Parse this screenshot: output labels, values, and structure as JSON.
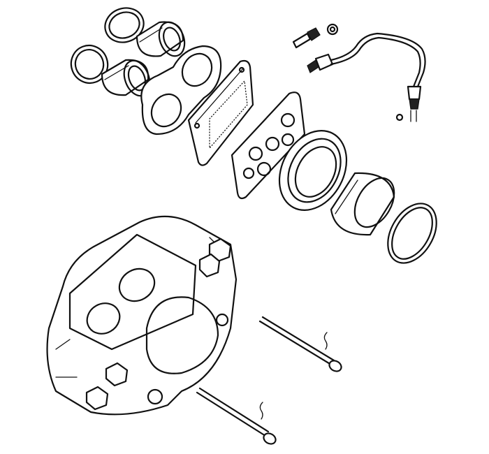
{
  "figure": {
    "kind": "exploded technical line drawing",
    "colors": {
      "ink": "#111111",
      "background": "#ffffff"
    },
    "parts": [
      "piston-seal-ring",
      "piston",
      "caliper-gasket",
      "brake-pad",
      "pad-anti-squeal-shim",
      "dust-cover",
      "bleed-screw",
      "brake-pipe",
      "caliper-body",
      "retaining-pin",
      "spring-clip"
    ]
  }
}
